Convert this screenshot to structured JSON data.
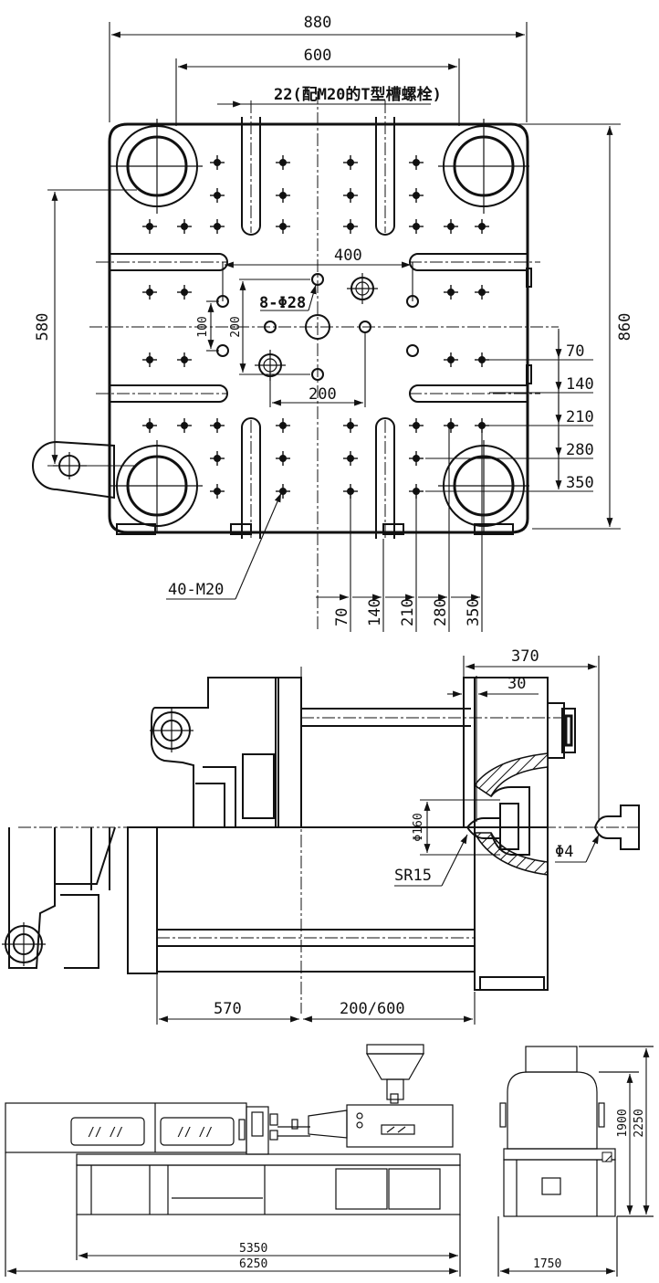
{
  "platen_front": {
    "dim_width_outer": "880",
    "dim_width_tiebar": "600",
    "dim_tslot": "22(配M20的T型槽螺栓)",
    "dim_height_outer": "860",
    "dim_height_tiebar": "580",
    "dim_locating_400": "400",
    "dim_locating_8x28": "8-Φ28",
    "dim_locating_200v": "200",
    "dim_locating_100v": "100",
    "dim_locating_200h": "200",
    "dim_thread": "40-M20",
    "right_offsets": [
      "70",
      "140",
      "210",
      "280",
      "350"
    ],
    "bottom_offsets": [
      "70",
      "140",
      "210",
      "280",
      "350"
    ]
  },
  "side_section": {
    "dim_370": "370",
    "dim_30": "30",
    "dim_d160": "Φ160",
    "dim_sr15": "SR15",
    "dim_d4": "Φ4",
    "dim_570": "570",
    "dim_200_600": "200/600"
  },
  "machine_views": {
    "dim_length_inner": "5350",
    "dim_length_outer": "6250",
    "dim_width": "1750",
    "dim_height_body": "1900",
    "dim_height_total": "2250"
  }
}
